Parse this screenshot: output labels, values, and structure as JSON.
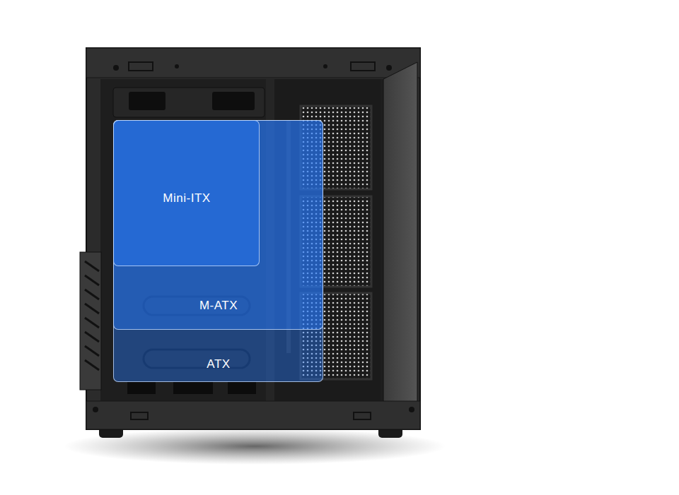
{
  "diagram": {
    "nodes": [
      {
        "text": [
          "ATX"
        ]
      },
      {
        "text": [
          "M-ATX"
        ],
        "in": 0
      },
      {
        "text": [
          "Mini-ITX"
        ],
        "in": 1
      }
    ]
  }
}
